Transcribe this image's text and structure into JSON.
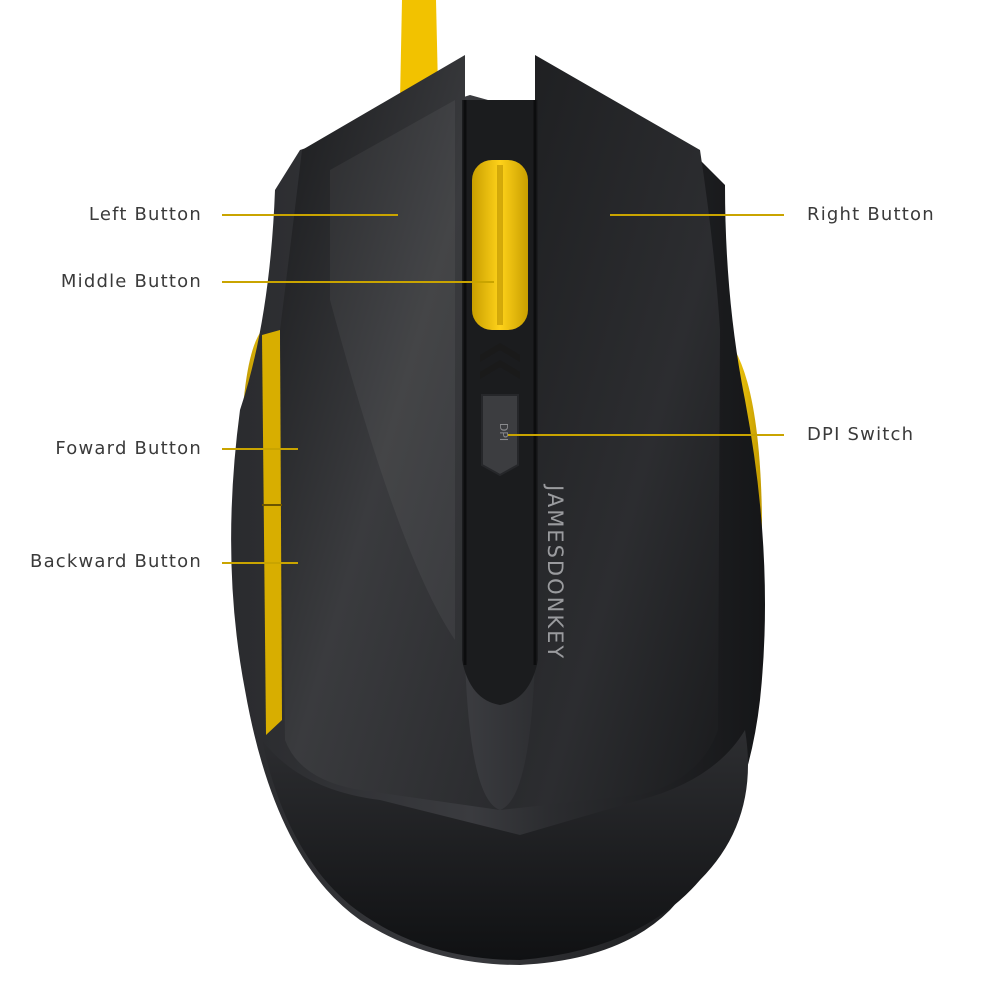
{
  "labels": {
    "left_button": "Left Button",
    "middle_button": "Middle Button",
    "forward_button": "Foward Button",
    "backward_button": "Backward Button",
    "right_button": "Right Button",
    "dpi_switch": "DPI Switch"
  },
  "product": {
    "brand_text": "JAMESDONKEY",
    "dpi_text": "DPI"
  },
  "colors": {
    "background": "#ffffff",
    "mouse_body": "#1e1f21",
    "accent_yellow": "#f4c400",
    "callout_line": "#c9a400",
    "label_text": "#3a3a3a"
  }
}
